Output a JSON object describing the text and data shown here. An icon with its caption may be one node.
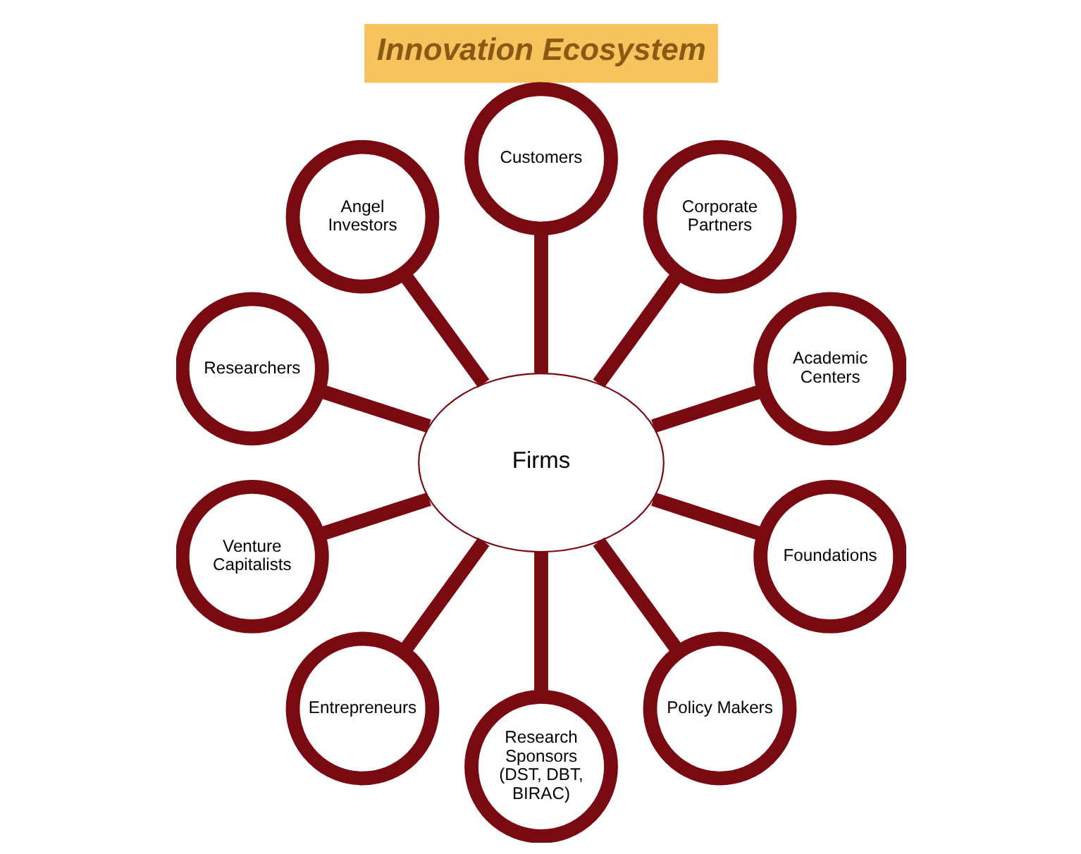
{
  "diagram": {
    "title": "Innovation Ecosystem",
    "nodes": [
      {
        "text": [
          "Academic Centers"
        ]
      },
      {
        "text": [
          "Corporate Partners"
        ]
      },
      {
        "text": [
          "Customers"
        ]
      },
      {
        "text": [
          "Angel Investors"
        ]
      },
      {
        "text": [
          "Researchers"
        ]
      },
      {
        "text": [
          "Firms"
        ]
      },
      {
        "text": [
          "Venture Capitalists"
        ]
      },
      {
        "text": [
          "Entrepreneurs"
        ]
      },
      {
        "text": [
          "Research Sponsors (DST, DBT, BIRAC)"
        ]
      },
      {
        "text": [
          "Policy Makers"
        ]
      },
      {
        "text": [
          "Foundations"
        ]
      }
    ],
    "edges": [
      {
        "from": 5,
        "to": 2,
        "arrow": "none"
      },
      {
        "from": 5,
        "to": 3,
        "arrow": "none"
      },
      {
        "from": 5,
        "to": 6,
        "arrow": "none"
      },
      {
        "from": 5,
        "to": 10,
        "arrow": "none"
      },
      {
        "from": 5,
        "to": 9,
        "arrow": "none"
      },
      {
        "from": 5,
        "to": 8,
        "arrow": "none"
      },
      {
        "from": 5,
        "to": 7,
        "arrow": "none"
      },
      {
        "from": 5,
        "to": 4,
        "arrow": "none"
      },
      {
        "from": 5,
        "to": 0,
        "arrow": "none"
      },
      {
        "from": 5,
        "to": 1,
        "arrow": "none"
      }
    ]
  }
}
